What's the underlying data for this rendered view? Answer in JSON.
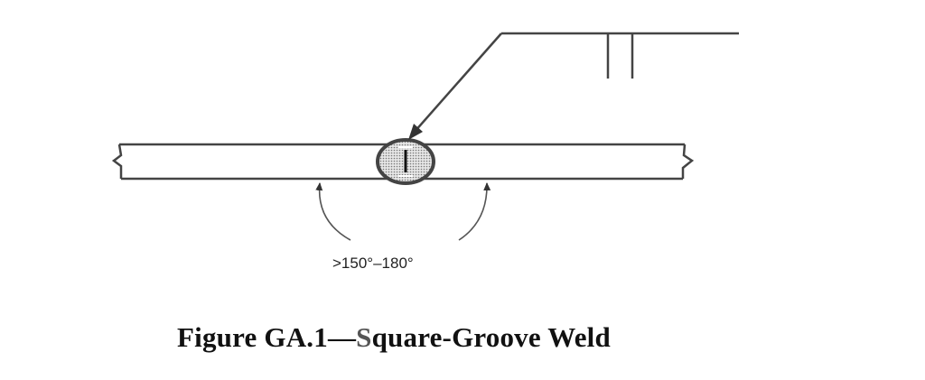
{
  "diagram": {
    "angle_label": ">150°–180°",
    "caption_prefix": "Figure GA.1—",
    "caption_s": "S",
    "caption_rest": "quare-Groove Weld"
  }
}
